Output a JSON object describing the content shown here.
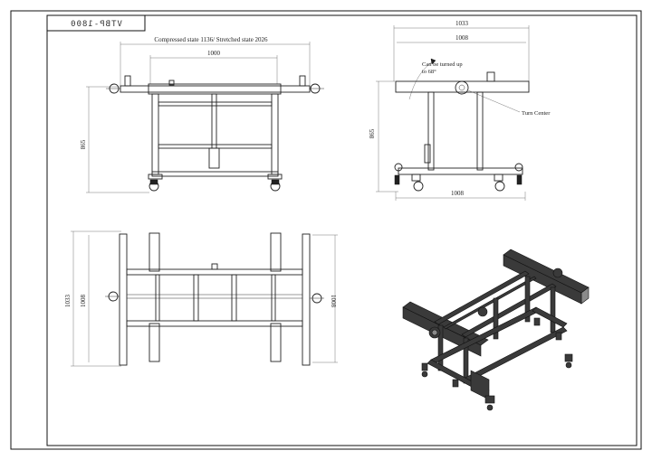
{
  "sheet": {
    "title_block_text": "VTBP-1800"
  },
  "front_view": {
    "overall_span_label": "Compressed state 1136/ Stretched state 2026",
    "inner_width": "1000",
    "height": "865"
  },
  "side_view": {
    "top_width": "1033",
    "inner_width": "1008",
    "height": "865",
    "bottom_width": "1008",
    "turn_note_line1": "Can be turned up",
    "turn_note_line2": "to 68°",
    "turn_center_label": "Turn Center"
  },
  "top_view": {
    "outer_height": "1033",
    "inner_height": "1008",
    "right_height": "1008"
  }
}
